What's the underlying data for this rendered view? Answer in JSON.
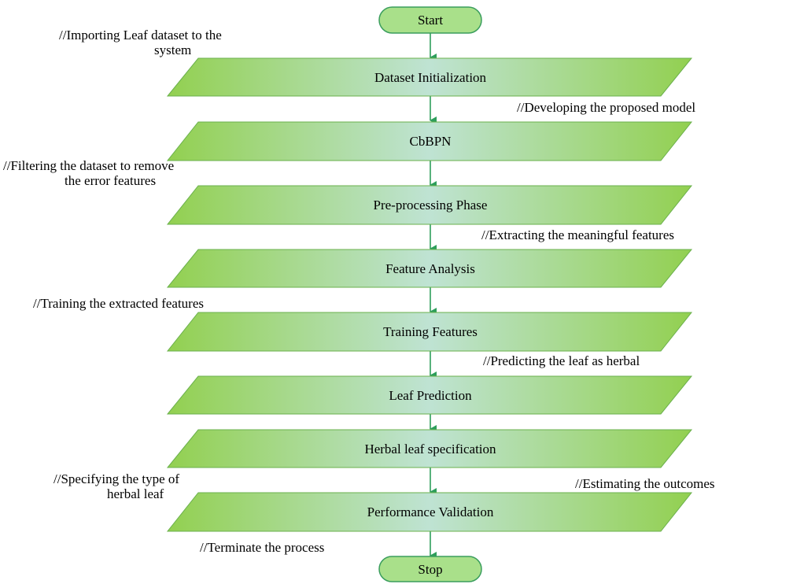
{
  "diagram": {
    "start": "Start",
    "stop": "Stop",
    "steps": [
      "Dataset Initialization",
      "CbBPN",
      "Pre-processing Phase",
      "Feature Analysis",
      "Training Features",
      "Leaf Prediction",
      "Herbal leaf specification",
      "Performance Validation"
    ],
    "comments": [
      "//Importing Leaf dataset to the",
      "system",
      "//Developing the proposed model",
      "//Filtering the dataset to remove",
      "the error features",
      "//Extracting the meaningful features",
      "//Training the extracted features",
      "//Predicting the leaf as herbal",
      "//Specifying the type of",
      "herbal leaf",
      "//Estimating the outcomes",
      "//Terminate the process"
    ]
  },
  "colors": {
    "shape_edge": "#92d050",
    "shape_center": "#bfe3d3",
    "shape_border": "#6ab04c",
    "terminal_fill": "#a9e08a",
    "terminal_border": "#3a9d5d",
    "arrow": "#2e9e5b"
  }
}
